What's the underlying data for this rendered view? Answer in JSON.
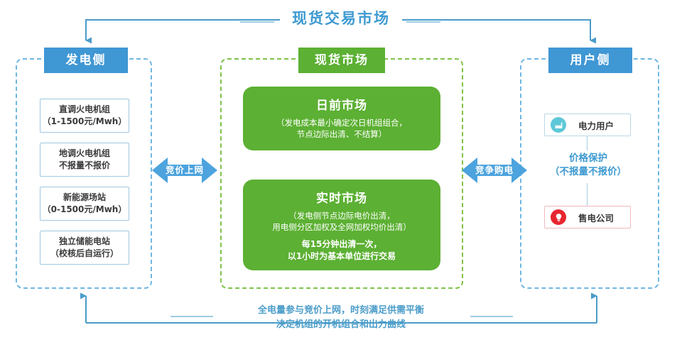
{
  "title": {
    "text": "现货交易市场",
    "color": "#3e9ad1"
  },
  "zones": {
    "generation": {
      "header": "发电侧",
      "header_color": "#3f97d4",
      "border_color": "#6fb7e2",
      "items": [
        {
          "line1": "直调火电机组",
          "line2": "（1-1500元/Mwh）"
        },
        {
          "line1": "地调火电机组",
          "line2": "不报量不报价"
        },
        {
          "line1": "新能源场站",
          "line2": "（0-1500元/Mwh）"
        },
        {
          "line1": "独立储能电站",
          "line2": "（校核后自运行）"
        }
      ]
    },
    "spot": {
      "header": "现货市场",
      "header_color": "#5cb033",
      "border_color": "#7ec34a",
      "cards": [
        {
          "title": "日前市场",
          "sub_line1": "（发电成本最小确定次日机组组合，",
          "sub_line2": "节点边际出清、不结算）",
          "note_line1": "",
          "note_line2": ""
        },
        {
          "title": "实时市场",
          "sub_line1": "（发电侧节点边际电价出清，",
          "sub_line2": "用电侧分区加权及全网加权均价出清）",
          "note_line1": "每15分钟出清一次，",
          "note_line2": "以1小时为基本单位进行交易"
        }
      ]
    },
    "user": {
      "header": "用户侧",
      "header_color": "#3f97d4",
      "border_color": "#6fb7e2",
      "consumer": {
        "label": "电力用户",
        "icon": "factory-icon",
        "icon_color": "#5ec8d8"
      },
      "retailer": {
        "label": "售电公司",
        "icon": "lightbulb-icon",
        "icon_color": "#e8262f"
      },
      "connector": {
        "line1": "价格保护",
        "line2": "（不报量不报价）"
      }
    }
  },
  "arrows": {
    "left": {
      "label": "竞价上网",
      "color": "#4da3dd"
    },
    "right": {
      "label": "竞争购电",
      "color": "#4da3dd"
    }
  },
  "bottom_caption": {
    "line1": "全电量参与竞价上网，时刻满足供需平衡",
    "line2": "决定机组的开机组合和出力曲线"
  }
}
